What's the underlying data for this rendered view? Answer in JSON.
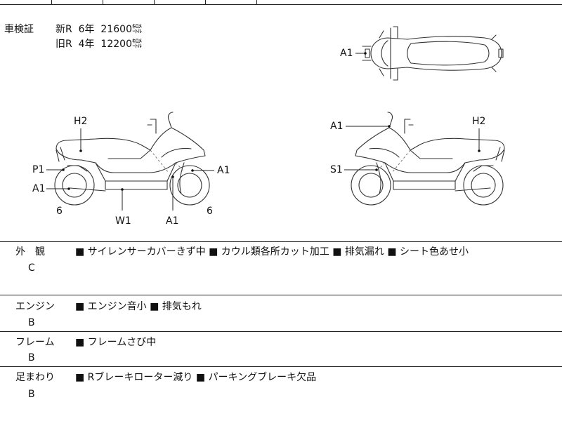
{
  "inspection": {
    "label": "車検証",
    "new_line": "新R  6年  21600㌖",
    "old_line": "旧R  4年  12200㌖"
  },
  "diagram_labels": {
    "top_a1": "A1",
    "left_h2": "H2",
    "left_p1": "P1",
    "left_a1_rear": "A1",
    "left_6_rear": "6",
    "left_w1": "W1",
    "left_a1_bottom": "A1",
    "left_a1_front": "A1",
    "left_6_front": "6",
    "right_a1": "A1",
    "right_h2": "H2",
    "right_s1": "S1"
  },
  "conditions": [
    {
      "category": "外　観",
      "grade": "C",
      "items": "■ サイレンサーカバーきず中 ■ カウル類各所カット加工 ■ 排気漏れ ■ シート色あせ小"
    },
    {
      "category": "エンジン",
      "grade": "B",
      "items": "■ エンジン音小 ■ 排気もれ"
    },
    {
      "category": "フレーム",
      "grade": "B",
      "items": "■ フレームさび中"
    },
    {
      "category": "足まわり",
      "grade": "B",
      "items": "■ Rブレーキローター減り ■ パーキングブレーキ欠品"
    }
  ]
}
